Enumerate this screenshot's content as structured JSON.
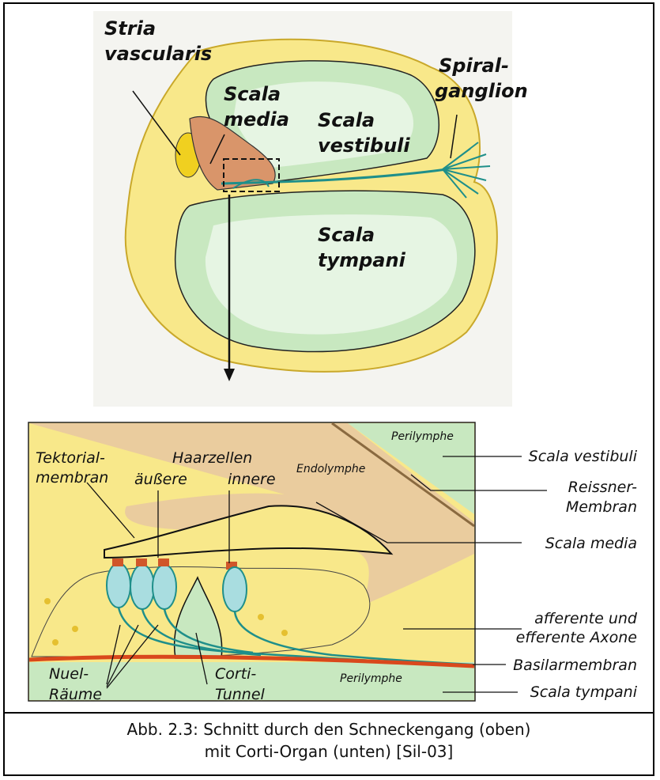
{
  "top_labels": {
    "stria_1": "Stria",
    "stria_2": "vascularis",
    "scala_media_1": "Scala",
    "scala_media_2": "media",
    "scala_vestibuli_1": "Scala",
    "scala_vestibuli_2": "vestibuli",
    "spiral_1": "Spiral-",
    "spiral_2": "ganglion",
    "scala_tympani_1": "Scala",
    "scala_tympani_2": "tympani"
  },
  "bottom_labels": {
    "tektorial_1": "Tektorial-",
    "tektorial_2": "membran",
    "haarzellen": "Haarzellen",
    "aeussere": "äußere",
    "innere": "innere",
    "endolymphe": "Endolymphe",
    "perilymphe_top": "Perilymphe",
    "perilymphe_bottom": "Perilymphe",
    "nuel_1": "Nuel-",
    "nuel_2": "Räume",
    "corti_1": "Corti-",
    "corti_2": "Tunnel"
  },
  "right_labels": {
    "scala_vestibuli": "Scala vestibuli",
    "reissner_1": "Reissner-",
    "reissner_2": "Membran",
    "scala_media": "Scala media",
    "axone_1": "afferente und",
    "axone_2": "efferente Axone",
    "basilarmembran": "Basilarmembran",
    "scala_tympani": "Scala tympani"
  },
  "caption": {
    "line1": "Abb. 2.3: Schnitt durch den Schneckengang (oben)",
    "line2": "mit Corti-Organ (unten) [Sil-03]"
  },
  "colors": {
    "yellow": "#f8e88a",
    "green": "#c8e8c0",
    "tan": "#e8c9a0",
    "stria": "#d9956a",
    "teal": "#1f8f8a",
    "basilar": "#d9481c"
  }
}
